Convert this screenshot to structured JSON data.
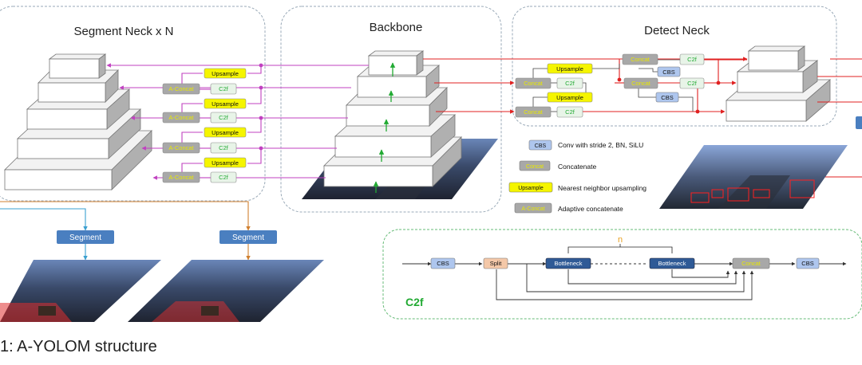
{
  "panels": {
    "segment_neck_title": "Segment Neck x N",
    "backbone_title": "Backbone",
    "detect_neck_title": "Detect Neck"
  },
  "blocks": {
    "upsample": "Upsample",
    "c2f": "C2f",
    "a_concat": "A-Concat",
    "concat": "Concat",
    "cbs": "CBS",
    "split": "Split",
    "bottleneck": "Bottleneck",
    "segment": "Segment"
  },
  "legend": [
    {
      "tag": "CBS",
      "text": "Conv with stride 2, BN, SiLU",
      "color": "#aec6ee"
    },
    {
      "tag": "Concat",
      "text": "Concatenate",
      "color": "#a8a8a8"
    },
    {
      "tag": "Upsample",
      "text": "Nearest neighbor upsampling",
      "color": "#f5f500"
    },
    {
      "tag": "A-Concat",
      "text": "Adaptive concatenate",
      "color": "#a8a8a8"
    }
  ],
  "c2f_detail": {
    "title": "C2f",
    "repeat_label": "n"
  },
  "caption": "1: A-YOLOM structure",
  "colors": {
    "skip_line": "#c040c0",
    "detect_line": "#e02020",
    "segment_line_blue": "#3aa0d0",
    "segment_line_orange": "#d08030",
    "panel_border": "#9aaab8",
    "c2f_border": "#66bb77",
    "c2f_title": "#22aa33",
    "arrow_green": "#22aa33",
    "segment_btn": "#4a7fc0",
    "bottleneck_btn": "#2f5a96"
  }
}
